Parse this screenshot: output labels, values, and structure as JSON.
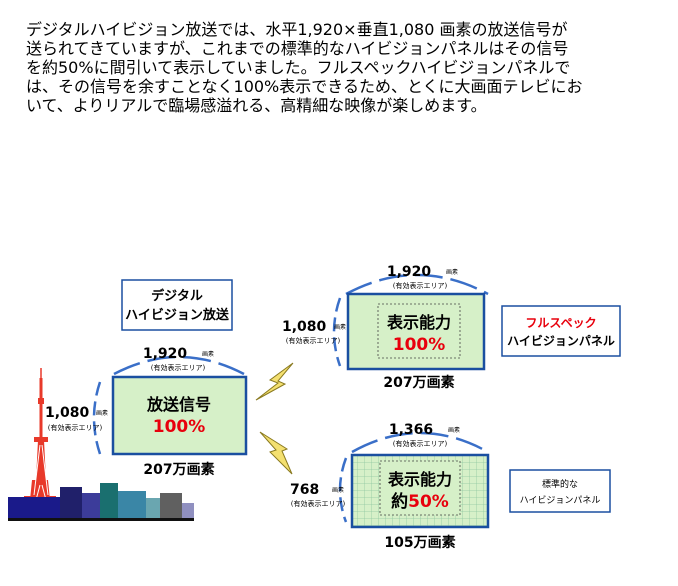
{
  "paragraph": {
    "lines": [
      "デジタルハイビジョン放送では、水平1,920×垂直1,080 画素の放送信号が",
      "送られてきていますが、これまでの標準的なハイビジョンパネルはその信号",
      "を約50%に間引いて表示していました。フルスペックハイビジョンパネルで",
      "は、その信号を余すことなく100%表示できるため、とくに大画面テレビにお",
      "いて、よりリアルで臨場感溢れる、高精細な映像が楽しめます。"
    ]
  },
  "diagram": {
    "source_label": [
      "デジタル",
      "ハイビジョン放送"
    ],
    "pixel_unit": "画素",
    "area_note": "(有効表示エリア)",
    "signal": {
      "width": "1,920",
      "height": "1,080",
      "title": "放送信号",
      "percent": "100%",
      "total": "207万画素"
    },
    "full_spec": {
      "width": "1,920",
      "height": "1,080",
      "title": "表示能力",
      "percent": "100%",
      "total": "207万画素",
      "panel_label_1": "フルスペック",
      "panel_label_2": "ハイビジョンパネル"
    },
    "standard": {
      "width": "1,366",
      "height": "768",
      "title": "表示能力",
      "percent_prefix": "約",
      "percent": "50%",
      "total": "105万画素",
      "panel_label_1": "標準的な",
      "panel_label_2": "ハイビジョンパネル"
    }
  },
  "colors": {
    "box_fill": "#d6f0c8",
    "box_border": "#1a4fa0",
    "arc": "#3a6fc8",
    "red_text": "#e8000d",
    "tower": "#e8392a",
    "bolt": "#f4e070"
  }
}
